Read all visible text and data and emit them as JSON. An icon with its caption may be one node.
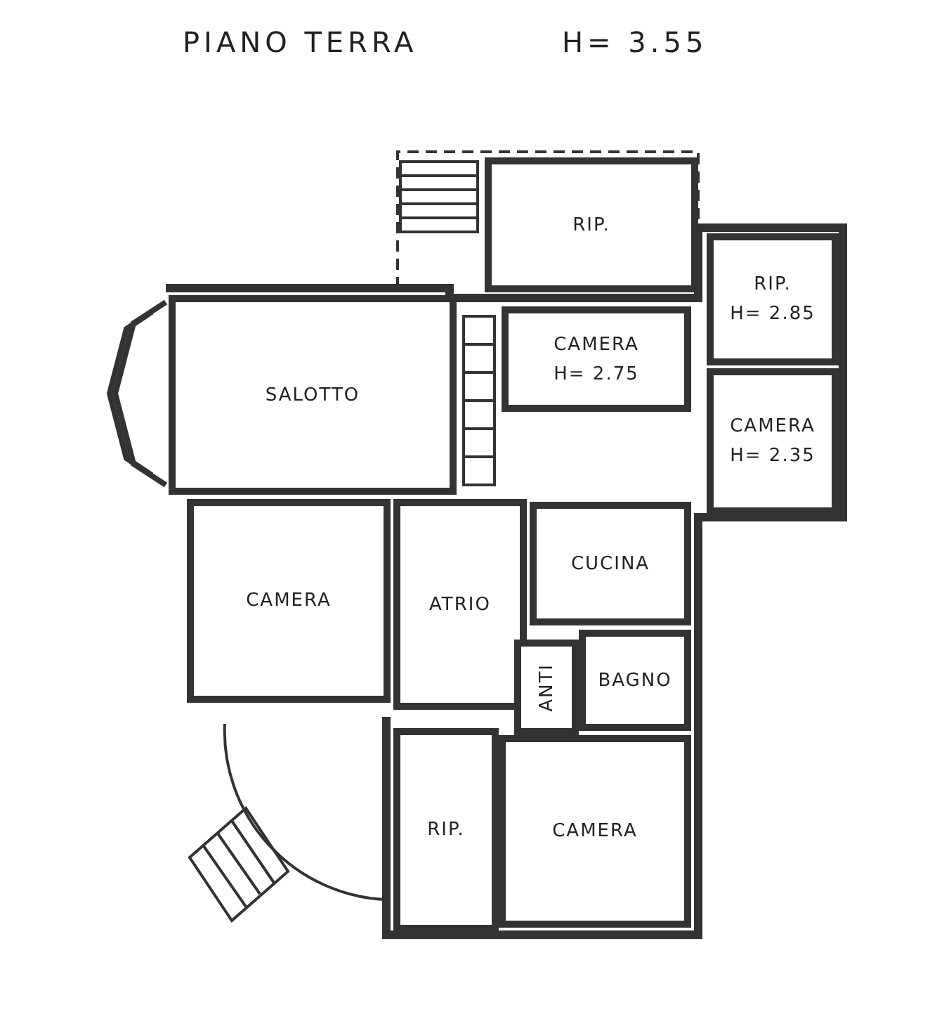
{
  "diagram": {
    "title": "PIANO TERRA",
    "nodes": [
      {
        "text": [
          "RIP."
        ]
      },
      {
        "text": [
          "RIP.",
          "H= 2.85"
        ]
      },
      {
        "text": [
          "SALOTTO"
        ]
      },
      {
        "text": [
          "CAMERA",
          "H= 2.75"
        ]
      },
      {
        "text": [
          "CAMERA",
          "H= 2.35"
        ]
      },
      {
        "text": [
          "CAMERA"
        ]
      },
      {
        "text": [
          "ATRIO"
        ]
      },
      {
        "text": [
          "CUCINA"
        ]
      },
      {
        "text": [
          "ANTI"
        ]
      },
      {
        "text": [
          "BAGNO"
        ]
      },
      {
        "text": [
          "RIP."
        ]
      },
      {
        "text": [
          "CAMERA"
        ]
      }
    ],
    "edges": [],
    "labels": [
      "H= 3.55"
    ]
  }
}
